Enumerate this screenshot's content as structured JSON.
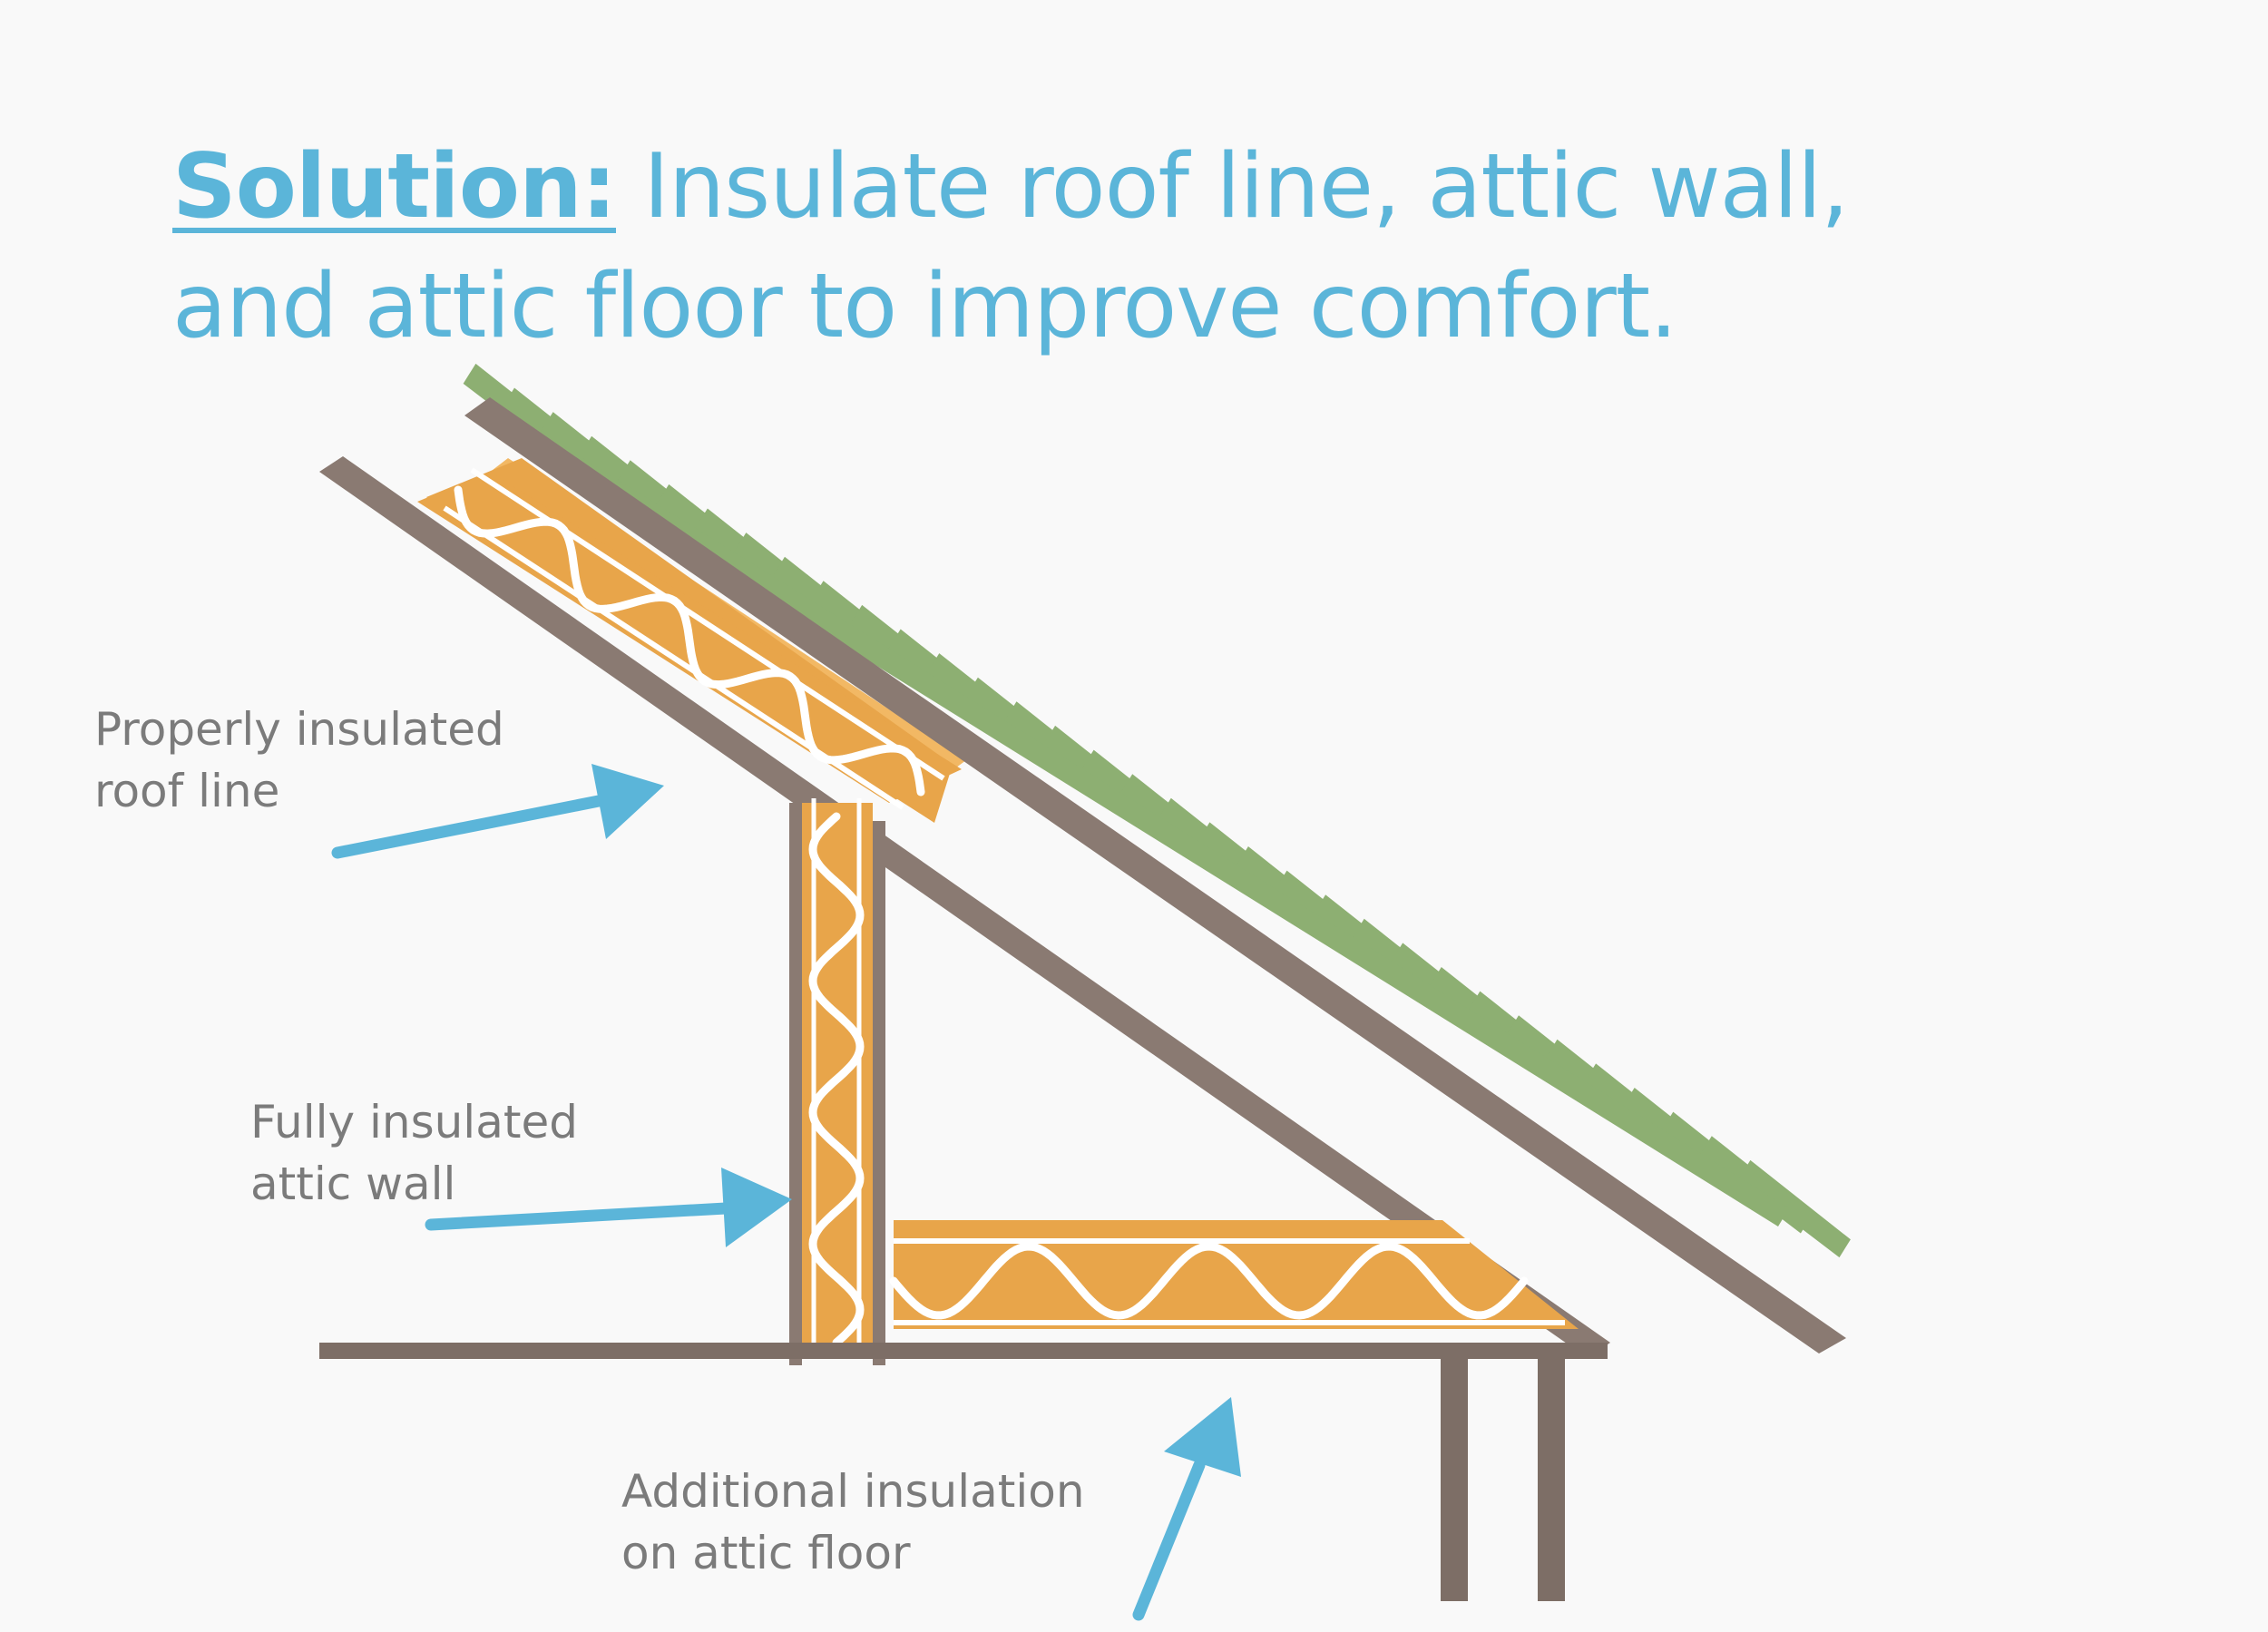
{
  "headline": {
    "lead": "Solution:",
    "text": " Insulate roof line, attic wall, and attic floor to improve comfort."
  },
  "labels": {
    "roof": {
      "line1": "Properly insulated",
      "line2": "roof line"
    },
    "wall": {
      "line1": "Fully insulated",
      "line2": "attic wall"
    },
    "floor": {
      "line1": "Additional insulation",
      "line2": "on attic floor"
    }
  },
  "colors": {
    "background": "#f9f9f9",
    "title": "#5bb5d9",
    "label_text": "#7b7b7b",
    "arrow": "#5bb5d9",
    "framing": "#8a7a72",
    "insulation": "#e8a54a",
    "insulation_wave": "#ffffff",
    "shingles": "#8daf72"
  }
}
